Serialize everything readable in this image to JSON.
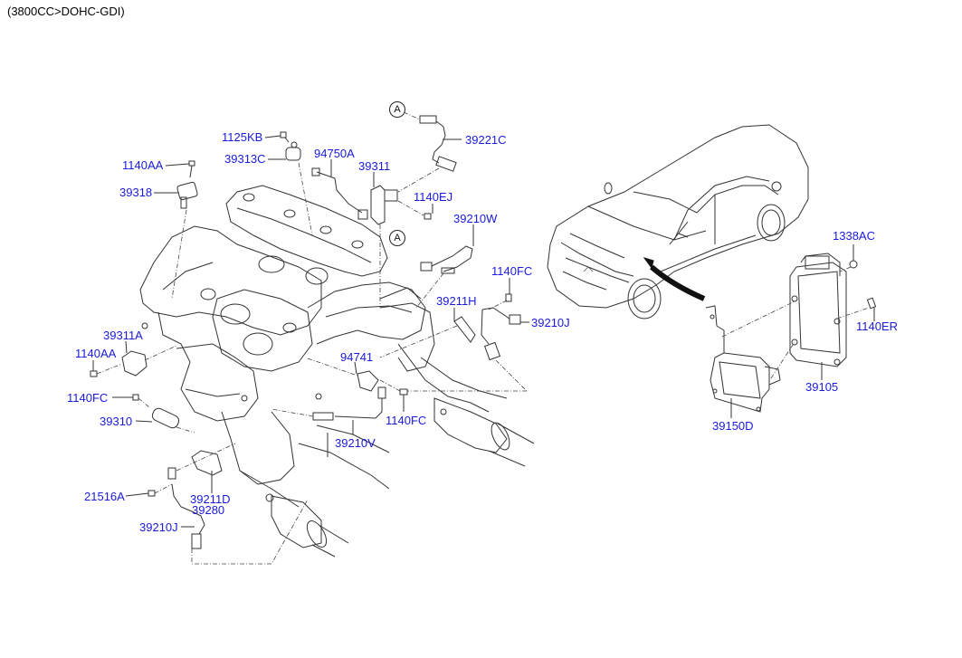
{
  "header": {
    "title": "(3800CC>DOHC-GDI)"
  },
  "callouts": {
    "ref_a_top": "A",
    "ref_a_mid": "A"
  },
  "parts": {
    "p1125KB": "1125KB",
    "p1140AA_top": "1140AA",
    "p39313C": "39313C",
    "p94750A": "94750A",
    "p39311": "39311",
    "p39318": "39318",
    "p39221C": "39221C",
    "p1140EJ": "1140EJ",
    "p39210W": "39210W",
    "p1140FC_right": "1140FC",
    "p39211H": "39211H",
    "p39210J_right": "39210J",
    "p39311A": "39311A",
    "p1140AA_left": "1140AA",
    "p1140FC_left": "1140FC",
    "p39310": "39310",
    "p94741": "94741",
    "p1140FC_mid": "1140FC",
    "p39210V": "39210V",
    "p21516A": "21516A",
    "p39211D": "39211D",
    "p39280": "39280",
    "p39210J_left": "39210J",
    "p1338AC": "1338AC",
    "p1140ER": "1140ER",
    "p39105": "39105",
    "p39150D": "39150D"
  },
  "colors": {
    "label": "#1a1adc",
    "line": "#333333",
    "background": "#ffffff"
  }
}
